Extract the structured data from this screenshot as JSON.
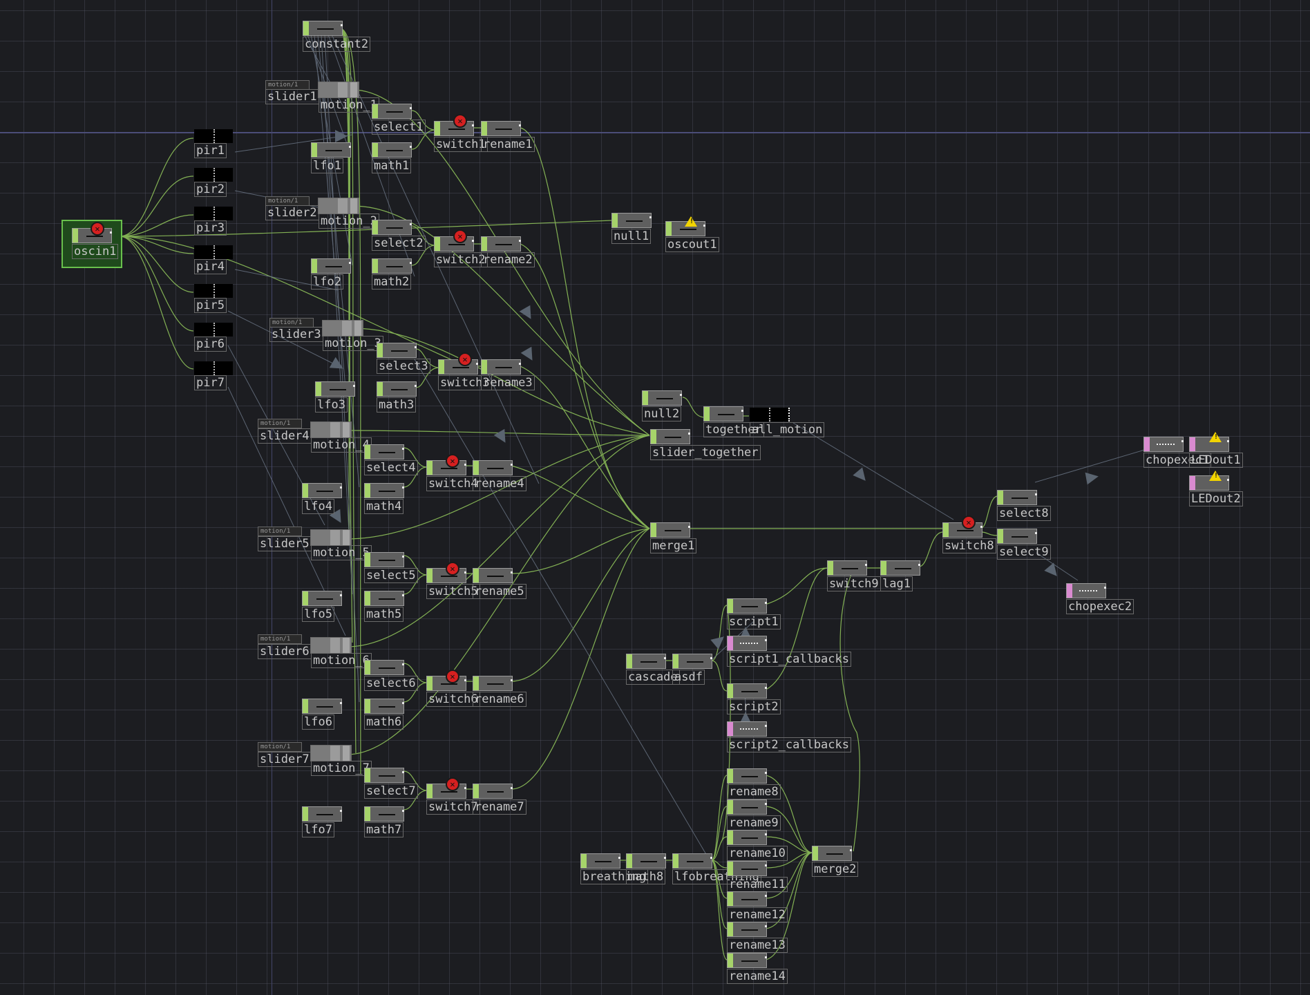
{
  "network": {
    "colors": {
      "background": "#1c1d21",
      "wire": "#9ad25a",
      "chop_inlet": "#a6d36a",
      "dat_inlet": "#d98ad0",
      "error": "#d62020",
      "warning": "#f2d400"
    },
    "selected_node": "oscin1",
    "nodes": {
      "constant2": {
        "label": "constant2"
      },
      "slider1": {
        "label": "slider1",
        "param": "motion/1"
      },
      "motion_1": {
        "label": "motion_1"
      },
      "select1": {
        "label": "select1"
      },
      "switch1": {
        "label": "switch1",
        "status": "error"
      },
      "rename1": {
        "label": "rename1"
      },
      "pir1": {
        "label": "pir1"
      },
      "lfo1": {
        "label": "lfo1"
      },
      "math1": {
        "label": "math1"
      },
      "pir2": {
        "label": "pir2"
      },
      "slider2": {
        "label": "slider2",
        "param": "motion/1"
      },
      "motion_2": {
        "label": "motion_2"
      },
      "oscin1": {
        "label": "oscin1",
        "status": "error"
      },
      "pir3": {
        "label": "pir3"
      },
      "select2": {
        "label": "select2"
      },
      "switch2": {
        "label": "switch2",
        "status": "error"
      },
      "rename2": {
        "label": "rename2"
      },
      "null1": {
        "label": "null1"
      },
      "oscout1": {
        "label": "oscout1",
        "status": "warning"
      },
      "pir4": {
        "label": "pir4"
      },
      "lfo2": {
        "label": "lfo2"
      },
      "math2": {
        "label": "math2"
      },
      "pir5": {
        "label": "pir5"
      },
      "slider3": {
        "label": "slider3",
        "param": "motion/1"
      },
      "motion_3": {
        "label": "motion_3"
      },
      "pir6": {
        "label": "pir6"
      },
      "select3": {
        "label": "select3"
      },
      "switch3": {
        "label": "switch3",
        "status": "error"
      },
      "rename3": {
        "label": "rename3"
      },
      "pir7": {
        "label": "pir7"
      },
      "lfo3": {
        "label": "lfo3"
      },
      "math3": {
        "label": "math3"
      },
      "null2": {
        "label": "null2"
      },
      "together": {
        "label": "together"
      },
      "all_motion": {
        "label": "all_motion"
      },
      "slider_together": {
        "label": "slider_together"
      },
      "slider4": {
        "label": "slider4",
        "param": "motion/1"
      },
      "motion_4": {
        "label": "motion_4"
      },
      "select4": {
        "label": "select4"
      },
      "switch4": {
        "label": "switch4",
        "status": "error"
      },
      "rename4": {
        "label": "rename4"
      },
      "lfo4": {
        "label": "lfo4"
      },
      "math4": {
        "label": "math4"
      },
      "chopexec1": {
        "label": "chopexec1"
      },
      "LEDout1": {
        "label": "LEDout1",
        "status": "warning"
      },
      "LEDout2": {
        "label": "LEDout2",
        "status": "warning"
      },
      "select8": {
        "label": "select8"
      },
      "slider5": {
        "label": "slider5",
        "param": "motion/1"
      },
      "motion_5": {
        "label": "motion_5"
      },
      "merge1": {
        "label": "merge1"
      },
      "switch8": {
        "label": "switch8",
        "status": "error"
      },
      "select9": {
        "label": "select9"
      },
      "select5": {
        "label": "select5"
      },
      "switch5": {
        "label": "switch5",
        "status": "error"
      },
      "rename5": {
        "label": "rename5"
      },
      "switch9": {
        "label": "switch9"
      },
      "lag1": {
        "label": "lag1"
      },
      "chopexec2": {
        "label": "chopexec2"
      },
      "lfo5": {
        "label": "lfo5"
      },
      "math5": {
        "label": "math5"
      },
      "script1": {
        "label": "script1"
      },
      "slider6": {
        "label": "slider6",
        "param": "motion/1"
      },
      "motion_6": {
        "label": "motion_6"
      },
      "script1_callbacks": {
        "label": "script1_callbacks"
      },
      "cascade": {
        "label": "cascade"
      },
      "asdf": {
        "label": "asdf"
      },
      "select6": {
        "label": "select6"
      },
      "switch6": {
        "label": "switch6",
        "status": "error"
      },
      "rename6": {
        "label": "rename6"
      },
      "script2": {
        "label": "script2"
      },
      "lfo6": {
        "label": "lfo6"
      },
      "math6": {
        "label": "math6"
      },
      "script2_callbacks": {
        "label": "script2_callbacks"
      },
      "slider7": {
        "label": "slider7",
        "param": "motion/1"
      },
      "motion_7": {
        "label": "motion_7"
      },
      "select7": {
        "label": "select7"
      },
      "switch7": {
        "label": "switch7",
        "status": "error"
      },
      "rename7": {
        "label": "rename7"
      },
      "rename8": {
        "label": "rename8"
      },
      "lfo7": {
        "label": "lfo7"
      },
      "math7": {
        "label": "math7"
      },
      "rename9": {
        "label": "rename9"
      },
      "rename10": {
        "label": "rename10"
      },
      "merge2": {
        "label": "merge2"
      },
      "breathing": {
        "label": "breathing"
      },
      "math8": {
        "label": "math8"
      },
      "lfobreathing": {
        "label": "lfobreathing"
      },
      "rename11": {
        "label": "rename11"
      },
      "rename12": {
        "label": "rename12"
      },
      "rename13": {
        "label": "rename13"
      },
      "rename14": {
        "label": "rename14"
      }
    }
  }
}
